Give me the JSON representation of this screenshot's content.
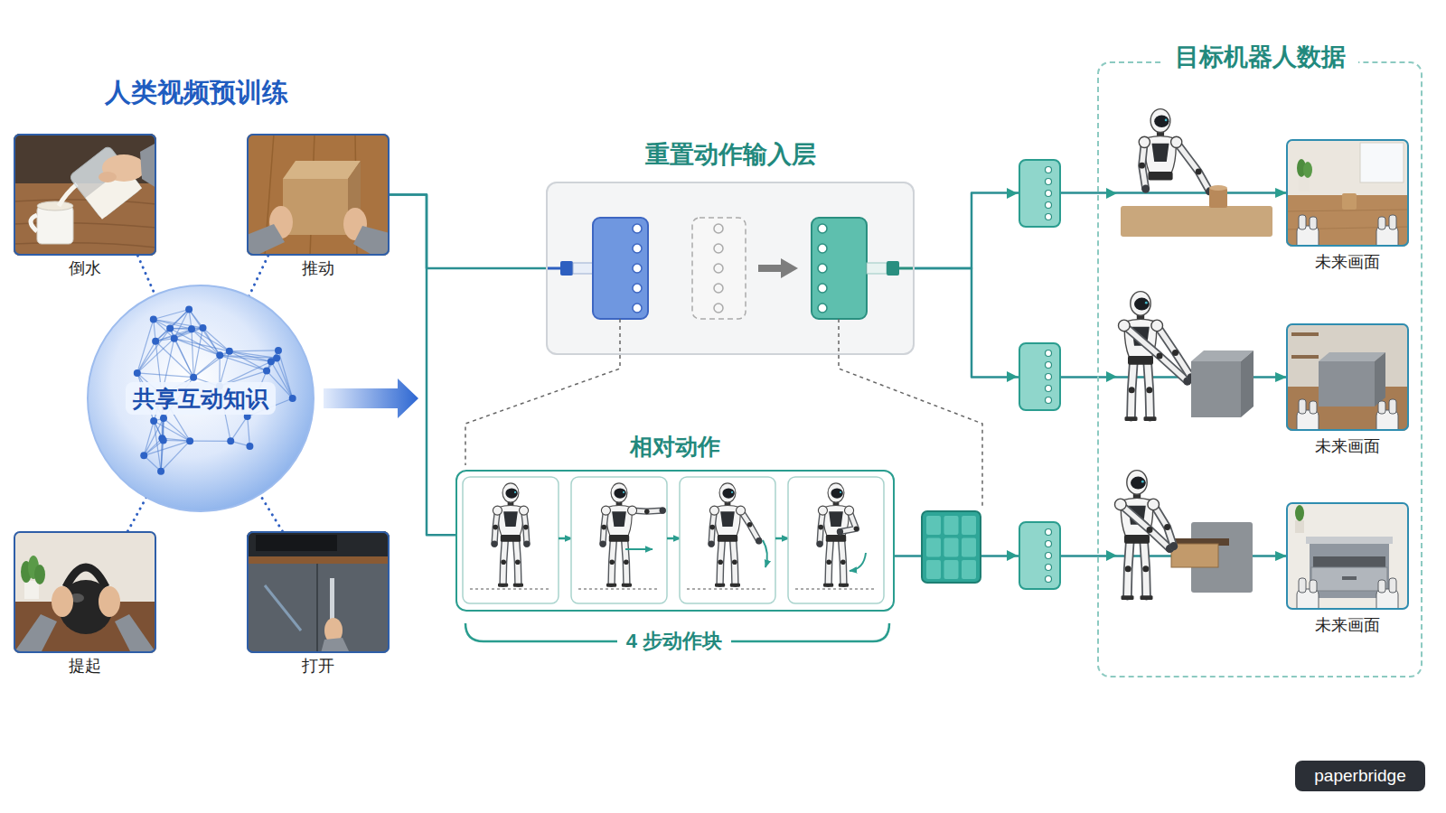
{
  "diagram": {
    "title": "人类视频预训练",
    "nodes": [
      {
        "text": [
          "倒水"
        ]
      },
      {
        "text": [
          "推动"
        ]
      },
      {
        "text": [
          "共享互动知识"
        ]
      },
      {
        "text": [
          "提起"
        ]
      },
      {
        "text": [
          "打开"
        ]
      },
      {
        "text": [
          "重置动作输入层"
        ]
      },
      {
        "text": [
          "相对动作"
        ]
      },
      {
        "text": [
          "目标机器人数据"
        ]
      },
      {
        "text": [
          "未来画面"
        ],
        "in": 7
      },
      {
        "text": [
          "未来画面"
        ],
        "in": 7
      },
      {
        "text": [
          "未来画面"
        ],
        "in": 7
      }
    ],
    "edges": [
      {
        "from": 0,
        "to": 2,
        "arrow": "none"
      },
      {
        "from": 1,
        "to": 2,
        "arrow": "none"
      },
      {
        "from": 3,
        "to": 2,
        "arrow": "none"
      },
      {
        "from": 4,
        "to": 2,
        "arrow": "none"
      },
      {
        "from": 1,
        "to": 5,
        "arrow": "none"
      },
      {
        "from": 1,
        "to": 6,
        "arrow": "none"
      },
      {
        "from": 5,
        "to": 8,
        "arrow": "to"
      },
      {
        "from": 5,
        "to": 9,
        "arrow": "to"
      },
      {
        "from": 6,
        "to": 10,
        "arrow": "to"
      }
    ],
    "labels": [
      "4 步动作块",
      "paperbridge"
    ]
  }
}
